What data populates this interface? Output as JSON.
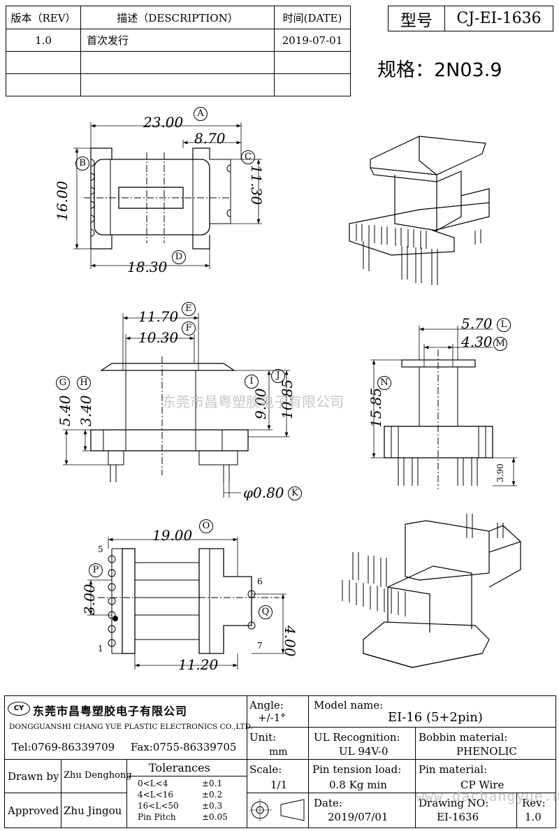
{
  "revision_table": {
    "headers": [
      "版本（REV）",
      "描述（DESCRIPTION）",
      "时间(DATE)"
    ],
    "rows": [
      [
        "1.0",
        "首次发行",
        "2019-07-01"
      ],
      [
        "",
        "",
        ""
      ],
      [
        "",
        "",
        ""
      ]
    ]
  },
  "model": {
    "label": "型号",
    "value": "CJ-EI-1636"
  },
  "spec": "规格：2N03.9",
  "watermark": "东莞市昌粤塑胶电子有限公司",
  "watermark_url": "www.dachangyue.net",
  "dimensions": {
    "A": "23.00",
    "B": "16.00",
    "C": "11.30",
    "D": "18.30",
    "d870": "8.70",
    "E": "11.70",
    "F": "10.30",
    "G": "5.40",
    "H": "3.40",
    "I": "9.00",
    "J": "10.85",
    "K": "φ0.80",
    "L": "5.70",
    "M": "4.30",
    "N": "15.85",
    "p390": "3.90",
    "O": "19.00",
    "P": "3.00",
    "Q": "4.00",
    "d1120": "11.20"
  },
  "markers": {
    "A": "A",
    "B": "B",
    "C": "C",
    "D": "D",
    "E": "E",
    "F": "F",
    "G": "G",
    "H": "H",
    "I": "I",
    "J": "J",
    "K": "K",
    "L": "L",
    "M": "M",
    "N": "N",
    "O": "O",
    "P": "P",
    "Q": "Q"
  },
  "pins": {
    "p1": "1",
    "p5": "5",
    "p6": "6",
    "p7": "7"
  },
  "title_block": {
    "company_cn": "东莞市昌粤塑胶电子有限公司",
    "company_en": "DONGGUANSHI CHANG YUE PLASTIC ELECTRONICS CO.,LTD.",
    "logo_text": "CY",
    "tel": "Tel:0769-86339709",
    "fax": "Fax:0755-86339705",
    "drawn_by_label": "Drawn by",
    "drawn_by": "Zhu Denghong",
    "approved_label": "Approved",
    "approved_by": "Zhu Jingou",
    "tolerances_label": "Tolerances",
    "tolerances": [
      {
        "range": "0<L<4",
        "tol": "±0.1"
      },
      {
        "range": "4<L<16",
        "tol": "±0.2"
      },
      {
        "range": "16<L<50",
        "tol": "±0.3"
      },
      {
        "range": "Pin Pitch",
        "tol": "±0.05"
      }
    ],
    "angle_label": "Angle:",
    "angle": "+/-1°",
    "unit_label": "Unit:",
    "unit": "mm",
    "scale_label": "Scale:",
    "scale": "1/1",
    "model_name_label": "Model name:",
    "model_name": "EI-16 (5+2pin)",
    "ul_label": "UL Recognition:",
    "ul": "UL 94V-0",
    "bobbin_label": "Bobbin material:",
    "bobbin": "PHENOLIC",
    "tension_label": "Pin tension load:",
    "tension": "0.8 Kg min",
    "pin_mat_label": "Pin material:",
    "pin_mat": "CP Wire",
    "date_label": "Date:",
    "date": "2019/07/01",
    "drawing_label": "Drawing NO:",
    "drawing": "EI-1636",
    "rev_label": "Rev:",
    "rev": "1.0"
  }
}
